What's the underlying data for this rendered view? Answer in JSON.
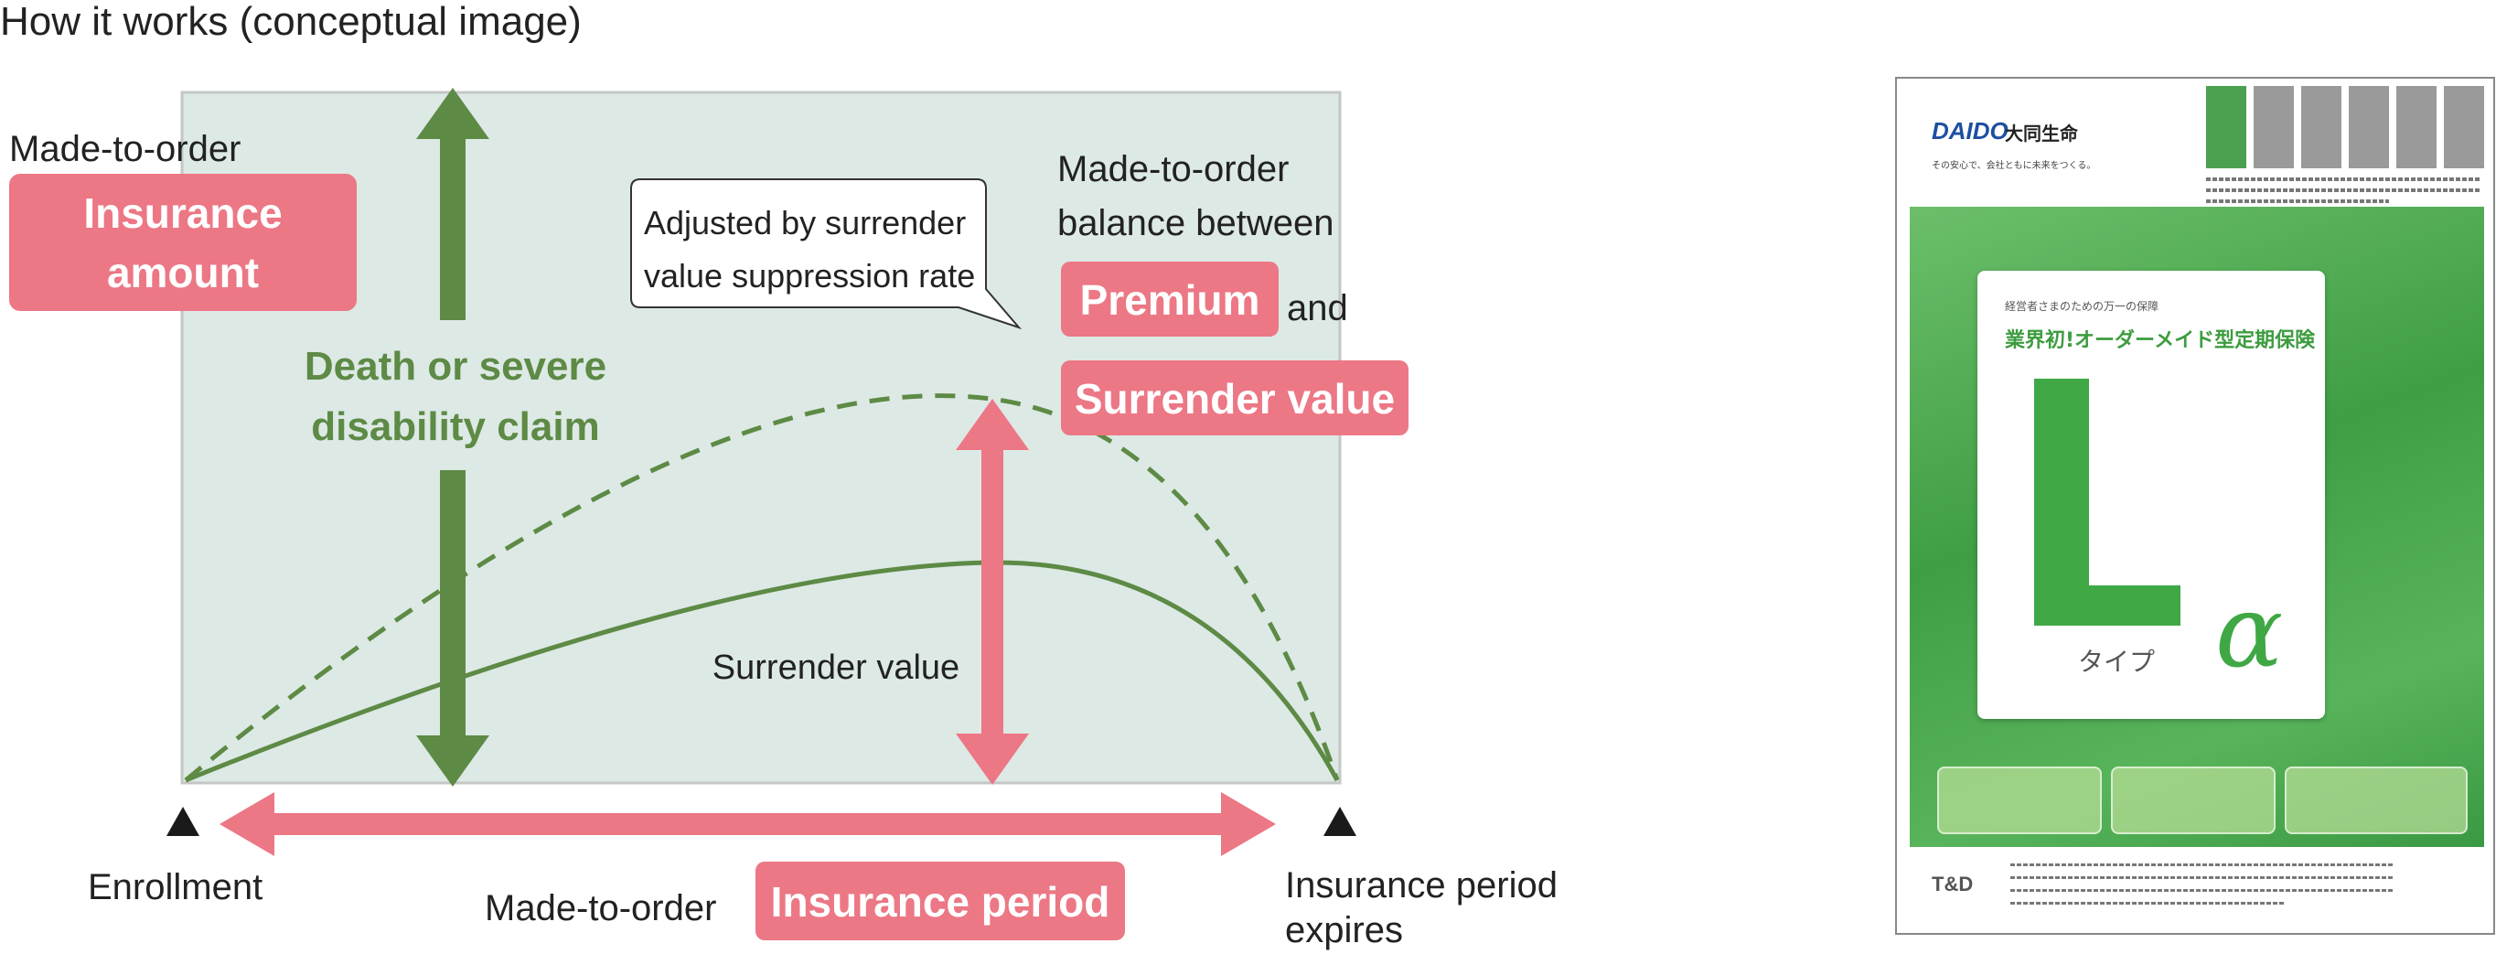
{
  "heading": "How it works (conceptual image)",
  "insurance_amount": {
    "prefix": "Made-to-order",
    "pill_line1": "Insurance",
    "pill_line2": "amount"
  },
  "claim_label": {
    "line1": "Death or severe",
    "line2": "disability claim"
  },
  "callout": {
    "line1": "Adjusted by surrender",
    "line2": "value suppression rate"
  },
  "balance": {
    "line1": "Made-to-order",
    "line2": "balance between",
    "premium_pill": "Premium",
    "and_word": "and",
    "surrender_pill": "Surrender value"
  },
  "surrender_value_label": "Surrender value",
  "timeline": {
    "start_label": "Enrollment",
    "end_line1": "Insurance period",
    "end_line2": "expires",
    "period_prefix": "Made-to-order",
    "period_pill": "Insurance period"
  },
  "brochure": {
    "logo": "DAIDO",
    "logo_kanji": "大同生命",
    "tagline": "その安心で、会社ともに未来をつくる。",
    "card_subtitle": "経営者さまのための万一の保障",
    "card_heading": "業界初!オーダーメイド型定期保険",
    "product_letter": "L",
    "product_type": "タイプ",
    "product_alpha": "α",
    "footer_logo": "T&D"
  },
  "colors": {
    "green": "#5d8a45",
    "pink": "#ec7785",
    "plot_bg": "#dde9e5",
    "plot_border": "#c4c7c4"
  }
}
